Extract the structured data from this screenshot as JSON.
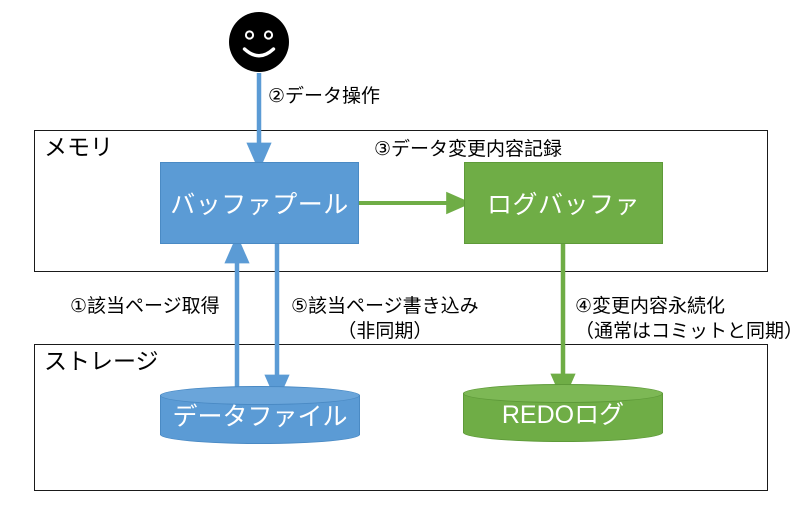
{
  "diagram": {
    "title_hidden": "",
    "colors": {
      "blue": "#5B9BD5",
      "green": "#6FAD46",
      "frame_border": "#1a1a1a",
      "face": "#000000",
      "text": "#000000",
      "box_text": "#FFFFFF"
    },
    "frames": [
      {
        "id": "memory",
        "label": "メモリ"
      },
      {
        "id": "storage",
        "label": "ストレージ"
      }
    ],
    "nodes": [
      {
        "id": "buffer-pool",
        "label": "バッファプール",
        "shape": "rect",
        "color": "blue"
      },
      {
        "id": "log-buffer",
        "label": "ログバッファ",
        "shape": "rect",
        "color": "green"
      },
      {
        "id": "data-file",
        "label": "データファイル",
        "shape": "cylinder",
        "color": "blue"
      },
      {
        "id": "redo-log",
        "label": "REDOログ",
        "shape": "cylinder",
        "color": "green"
      }
    ],
    "actor": {
      "id": "user-face",
      "icon": "smiley-face-icon"
    },
    "flows": [
      {
        "id": "flow-1",
        "number": "①",
        "label": "①該当ページ取得",
        "label_line2": "",
        "color": "blue"
      },
      {
        "id": "flow-2",
        "number": "②",
        "label": "②データ操作",
        "label_line2": "",
        "color": "blue"
      },
      {
        "id": "flow-3",
        "number": "③",
        "label": "③データ変更内容記録",
        "label_line2": "",
        "color": "green"
      },
      {
        "id": "flow-4",
        "number": "④",
        "label": "④変更内容永続化",
        "label_line2": "（通常はコミットと同期）",
        "color": "green"
      },
      {
        "id": "flow-5",
        "number": "⑤",
        "label": "⑤該当ページ書き込み",
        "label_line2": "（非同期）",
        "color": "blue"
      }
    ]
  }
}
